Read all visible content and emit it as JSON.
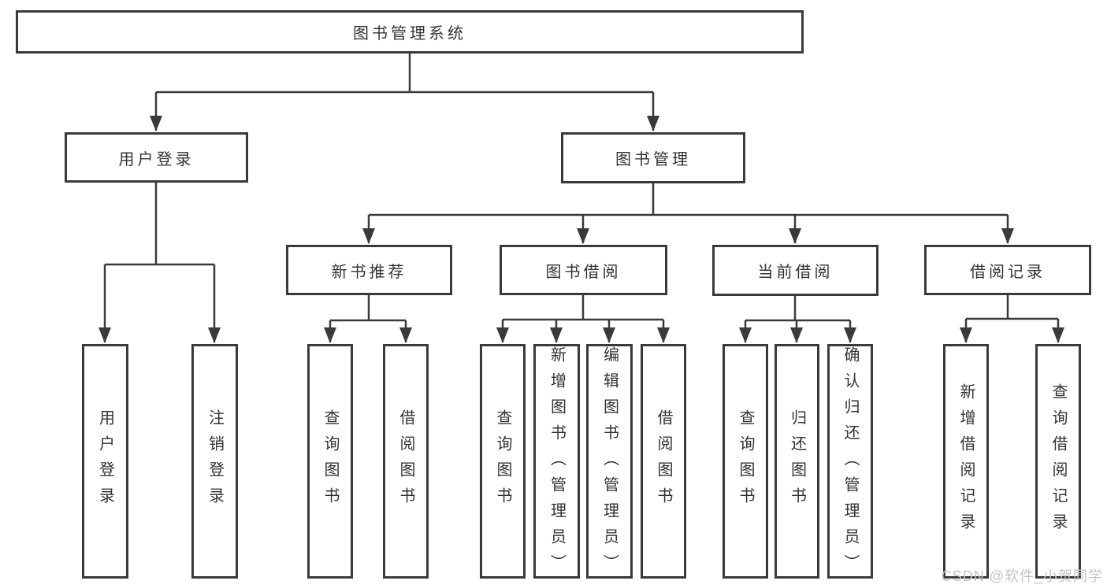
{
  "diagram": {
    "root": {
      "label": "图书管理系统"
    },
    "level2": [
      {
        "id": "user-login",
        "label": "用户登录"
      },
      {
        "id": "book-management",
        "label": "图书管理"
      }
    ],
    "level3": [
      {
        "id": "new-book-recommend",
        "label": "新书推荐"
      },
      {
        "id": "book-borrow",
        "label": "图书借阅"
      },
      {
        "id": "current-borrow",
        "label": "当前借阅"
      },
      {
        "id": "borrow-records",
        "label": "借阅记录"
      }
    ],
    "leaf_groups": [
      {
        "parent": "用户登录",
        "items": [
          "用户登录",
          "注销登录"
        ]
      },
      {
        "parent": "新书推荐",
        "items": [
          "查询图书",
          "借阅图书"
        ]
      },
      {
        "parent": "图书借阅",
        "items": [
          "查询图书",
          "新增图书（管理员）",
          "编辑图书（管理员）",
          "借阅图书"
        ]
      },
      {
        "parent": "当前借阅",
        "items": [
          "查询图书",
          "归还图书",
          "确认归还（管理员）"
        ]
      },
      {
        "parent": "借阅记录",
        "items": [
          "新增借阅记录",
          "查询借阅记录"
        ]
      }
    ]
  },
  "watermark": {
    "text": "CSDN @软件_小贺同学"
  },
  "colors": {
    "line": "#3a3a3a",
    "box_border": "#3a3a3a",
    "text": "#333333",
    "box_background": "#ffffff",
    "watermark": "#c4c4c4"
  }
}
